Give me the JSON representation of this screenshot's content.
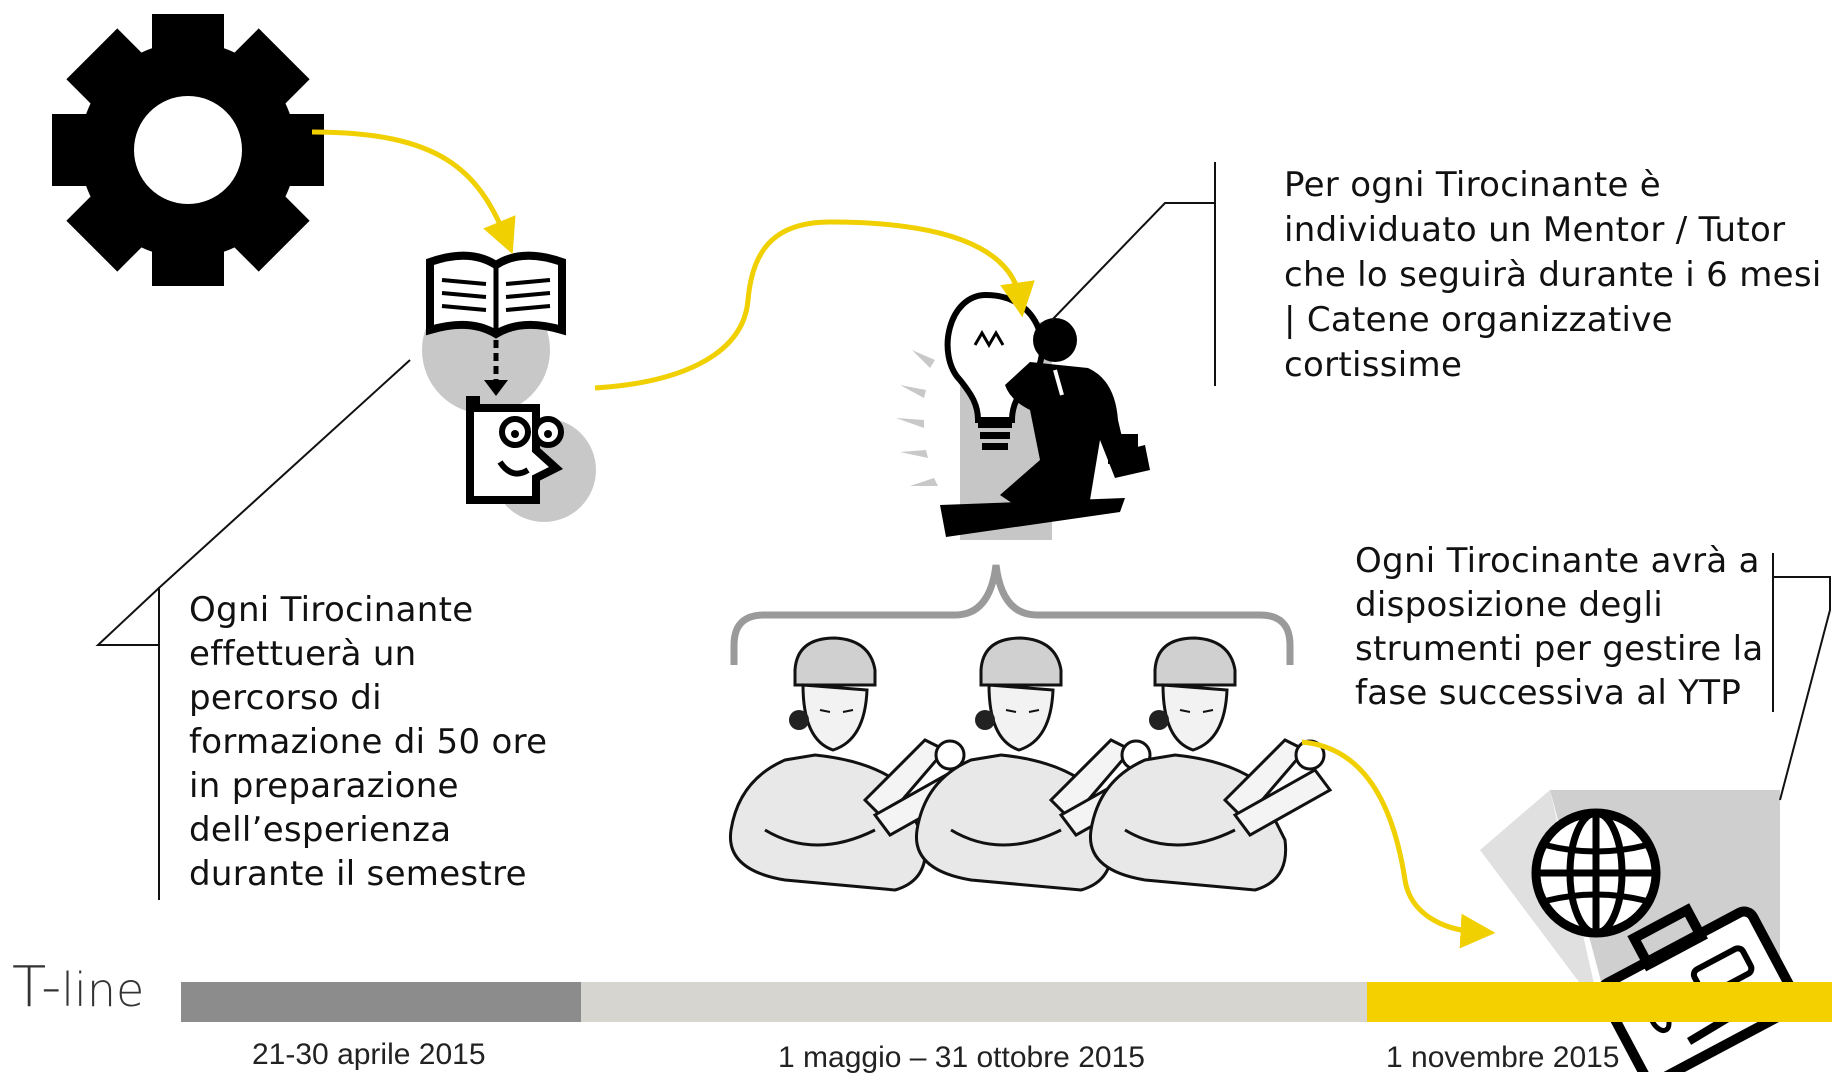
{
  "callouts": {
    "training": [
      "Ogni Tirocinante",
      "effettuerà un",
      "percorso di",
      "formazione di 50 ore",
      "in preparazione",
      "dell’esperienza",
      "durante il semestre"
    ],
    "mentor": [
      "Per ogni Tirocinante è",
      "individuato un Mentor / Tutor",
      "che lo seguirà durante i 6 mesi",
      "| Catene organizzative",
      "cortissime"
    ],
    "tools": [
      "Ogni Tirocinante avrà a",
      "disposizione degli",
      "strumenti per gestire la",
      "fase successiva al YTP"
    ]
  },
  "timeline": {
    "title_main": "T-",
    "title_sub": "line",
    "segments": [
      {
        "label": "21-30 aprile 2015",
        "color": "#8c8c8c"
      },
      {
        "label": "1 maggio – 31 ottobre 2015",
        "color": "#d7d5d0"
      },
      {
        "label": "1 novembre 2015",
        "color": "#f5d000"
      }
    ]
  },
  "icons": [
    "gear-icon",
    "book-reading-icon",
    "idea-businessman-icon",
    "team-engineers-icon",
    "globe-briefcase-icon"
  ],
  "colors": {
    "accent": "#f0d000",
    "dark": "#000000",
    "grey": "#cfcfcf"
  }
}
